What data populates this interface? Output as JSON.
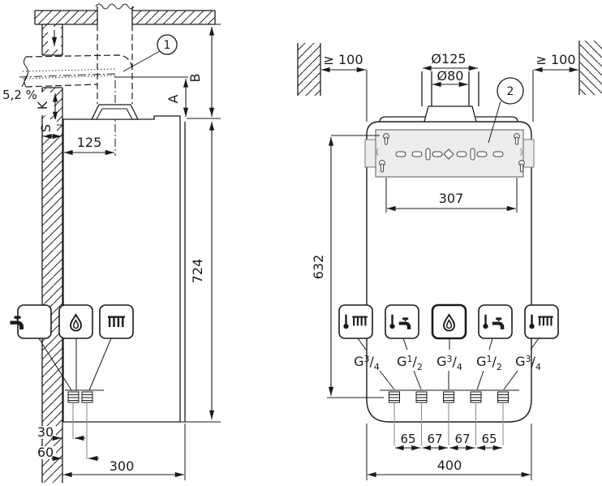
{
  "callout_1": "1",
  "callout_2": "2",
  "left_view": {
    "slope_label": "5,2 %",
    "dim_k": "K",
    "dim_s": "S",
    "dim_125": "125",
    "dim_a": "A",
    "dim_b": "B",
    "dim_724": "724",
    "dim_30": "30",
    "dim_60": "60",
    "dim_300": "300",
    "icons": [
      "tap-icon",
      "flame-icon",
      "radiator-icon"
    ]
  },
  "right_view": {
    "clearance_left": "≥ 100",
    "clearance_right": "≥ 100",
    "dim_flue_outer": "Ø125",
    "dim_flue_inner": "Ø80",
    "dim_307": "307",
    "dim_632": "632",
    "dim_400": "400",
    "dim_spacing": [
      "65",
      "67",
      "67",
      "65"
    ],
    "connections": [
      {
        "g": "G",
        "num": "3",
        "slash": "/",
        "den": "4"
      },
      {
        "g": "G",
        "num": "1",
        "slash": "/",
        "den": "2"
      },
      {
        "g": "G",
        "num": "3",
        "slash": "/",
        "den": "4"
      },
      {
        "g": "G",
        "num": "1",
        "slash": "/",
        "den": "2"
      },
      {
        "g": "G",
        "num": "3",
        "slash": "/",
        "den": "4"
      }
    ],
    "icons": [
      "thermo-radiator-icon",
      "thermo-tap-icon",
      "flame-icon",
      "thermo-tap-icon",
      "thermo-radiator-icon"
    ]
  }
}
